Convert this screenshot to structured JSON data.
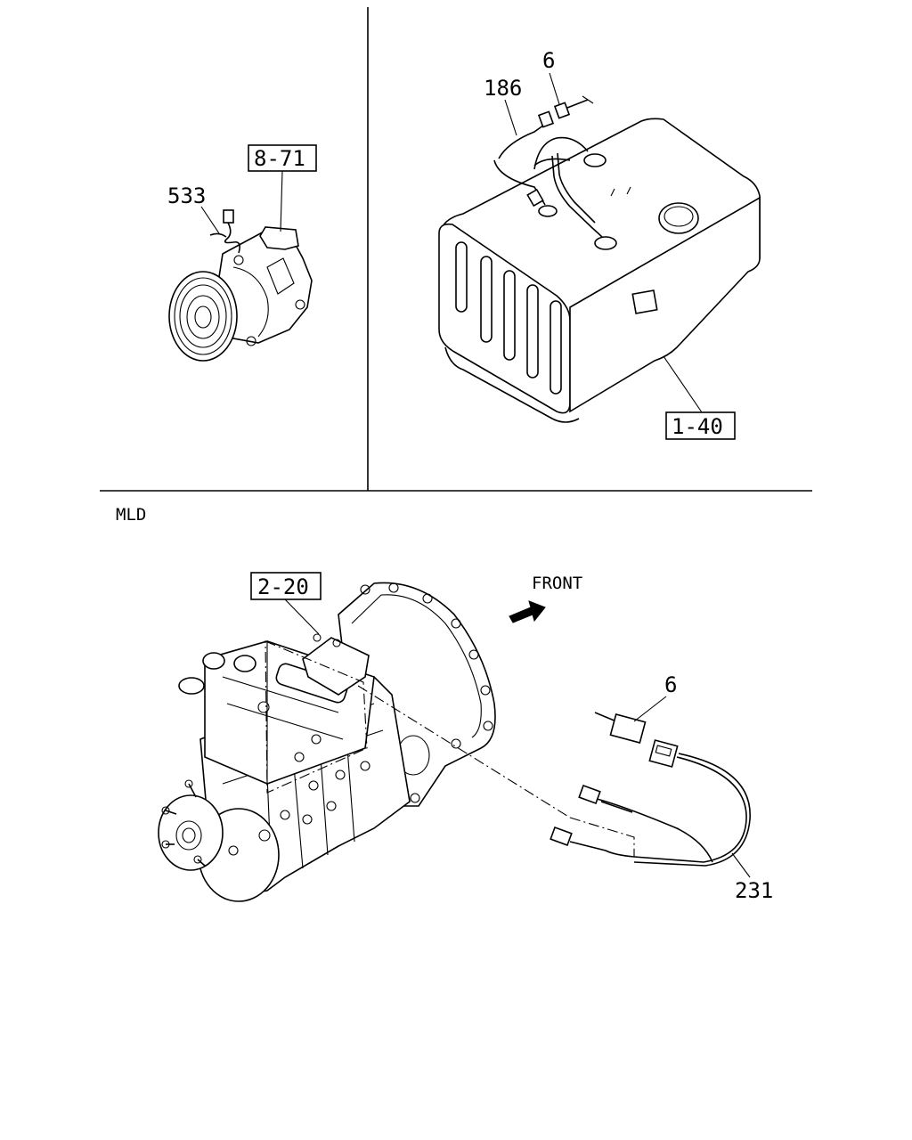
{
  "section_label": "MLD",
  "direction_label": "FRONT",
  "callouts": {
    "compressor_ref": "8-71",
    "compressor_part": "533",
    "tank_ref": "1-40",
    "tank_harness": "186",
    "tank_connector": "6",
    "transmission_ref": "2-20",
    "transmission_connector": "6",
    "transmission_harness": "231"
  }
}
